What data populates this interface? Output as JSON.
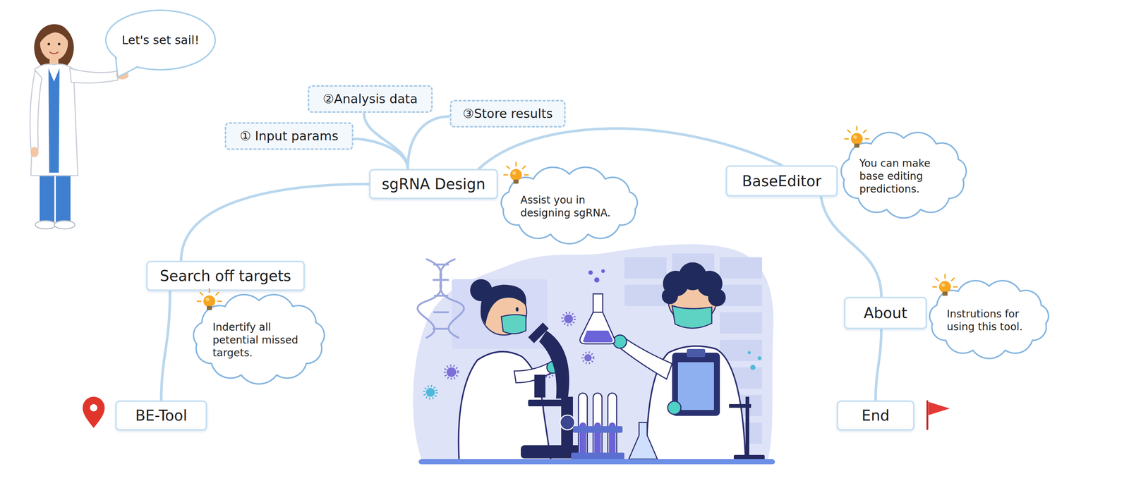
{
  "diagram": {
    "nodes": [
      {
        "text": [
          "Let's set sail!"
        ]
      },
      {
        "text": [
          "BE-Tool"
        ]
      },
      {
        "text": [
          "Search off targets"
        ]
      },
      {
        "text": [
          "Indertify all petential missed targets."
        ]
      },
      {
        "text": [
          "sgRNA Design"
        ]
      },
      {
        "text": [
          "① Input params"
        ]
      },
      {
        "text": [
          "②Analysis data"
        ]
      },
      {
        "text": [
          "③Store results"
        ]
      },
      {
        "text": [
          "Assist you in designing sgRNA."
        ]
      },
      {
        "text": [
          "BaseEditor"
        ]
      },
      {
        "text": [
          "You can make base editing predictions."
        ]
      },
      {
        "text": [
          "About"
        ]
      },
      {
        "text": [
          "Instrutions for using this tool."
        ]
      },
      {
        "text": [
          "End"
        ]
      }
    ],
    "edges": [
      {
        "from": 1,
        "to": 2,
        "arrow": "none"
      },
      {
        "from": 2,
        "to": 4,
        "arrow": "none"
      },
      {
        "from": 4,
        "to": 5,
        "arrow": "none"
      },
      {
        "from": 4,
        "to": 6,
        "arrow": "none"
      },
      {
        "from": 4,
        "to": 7,
        "arrow": "none"
      },
      {
        "from": 4,
        "to": 9,
        "arrow": "none"
      },
      {
        "from": 9,
        "to": 11,
        "arrow": "none"
      },
      {
        "from": 11,
        "to": 13,
        "arrow": "none"
      }
    ]
  }
}
